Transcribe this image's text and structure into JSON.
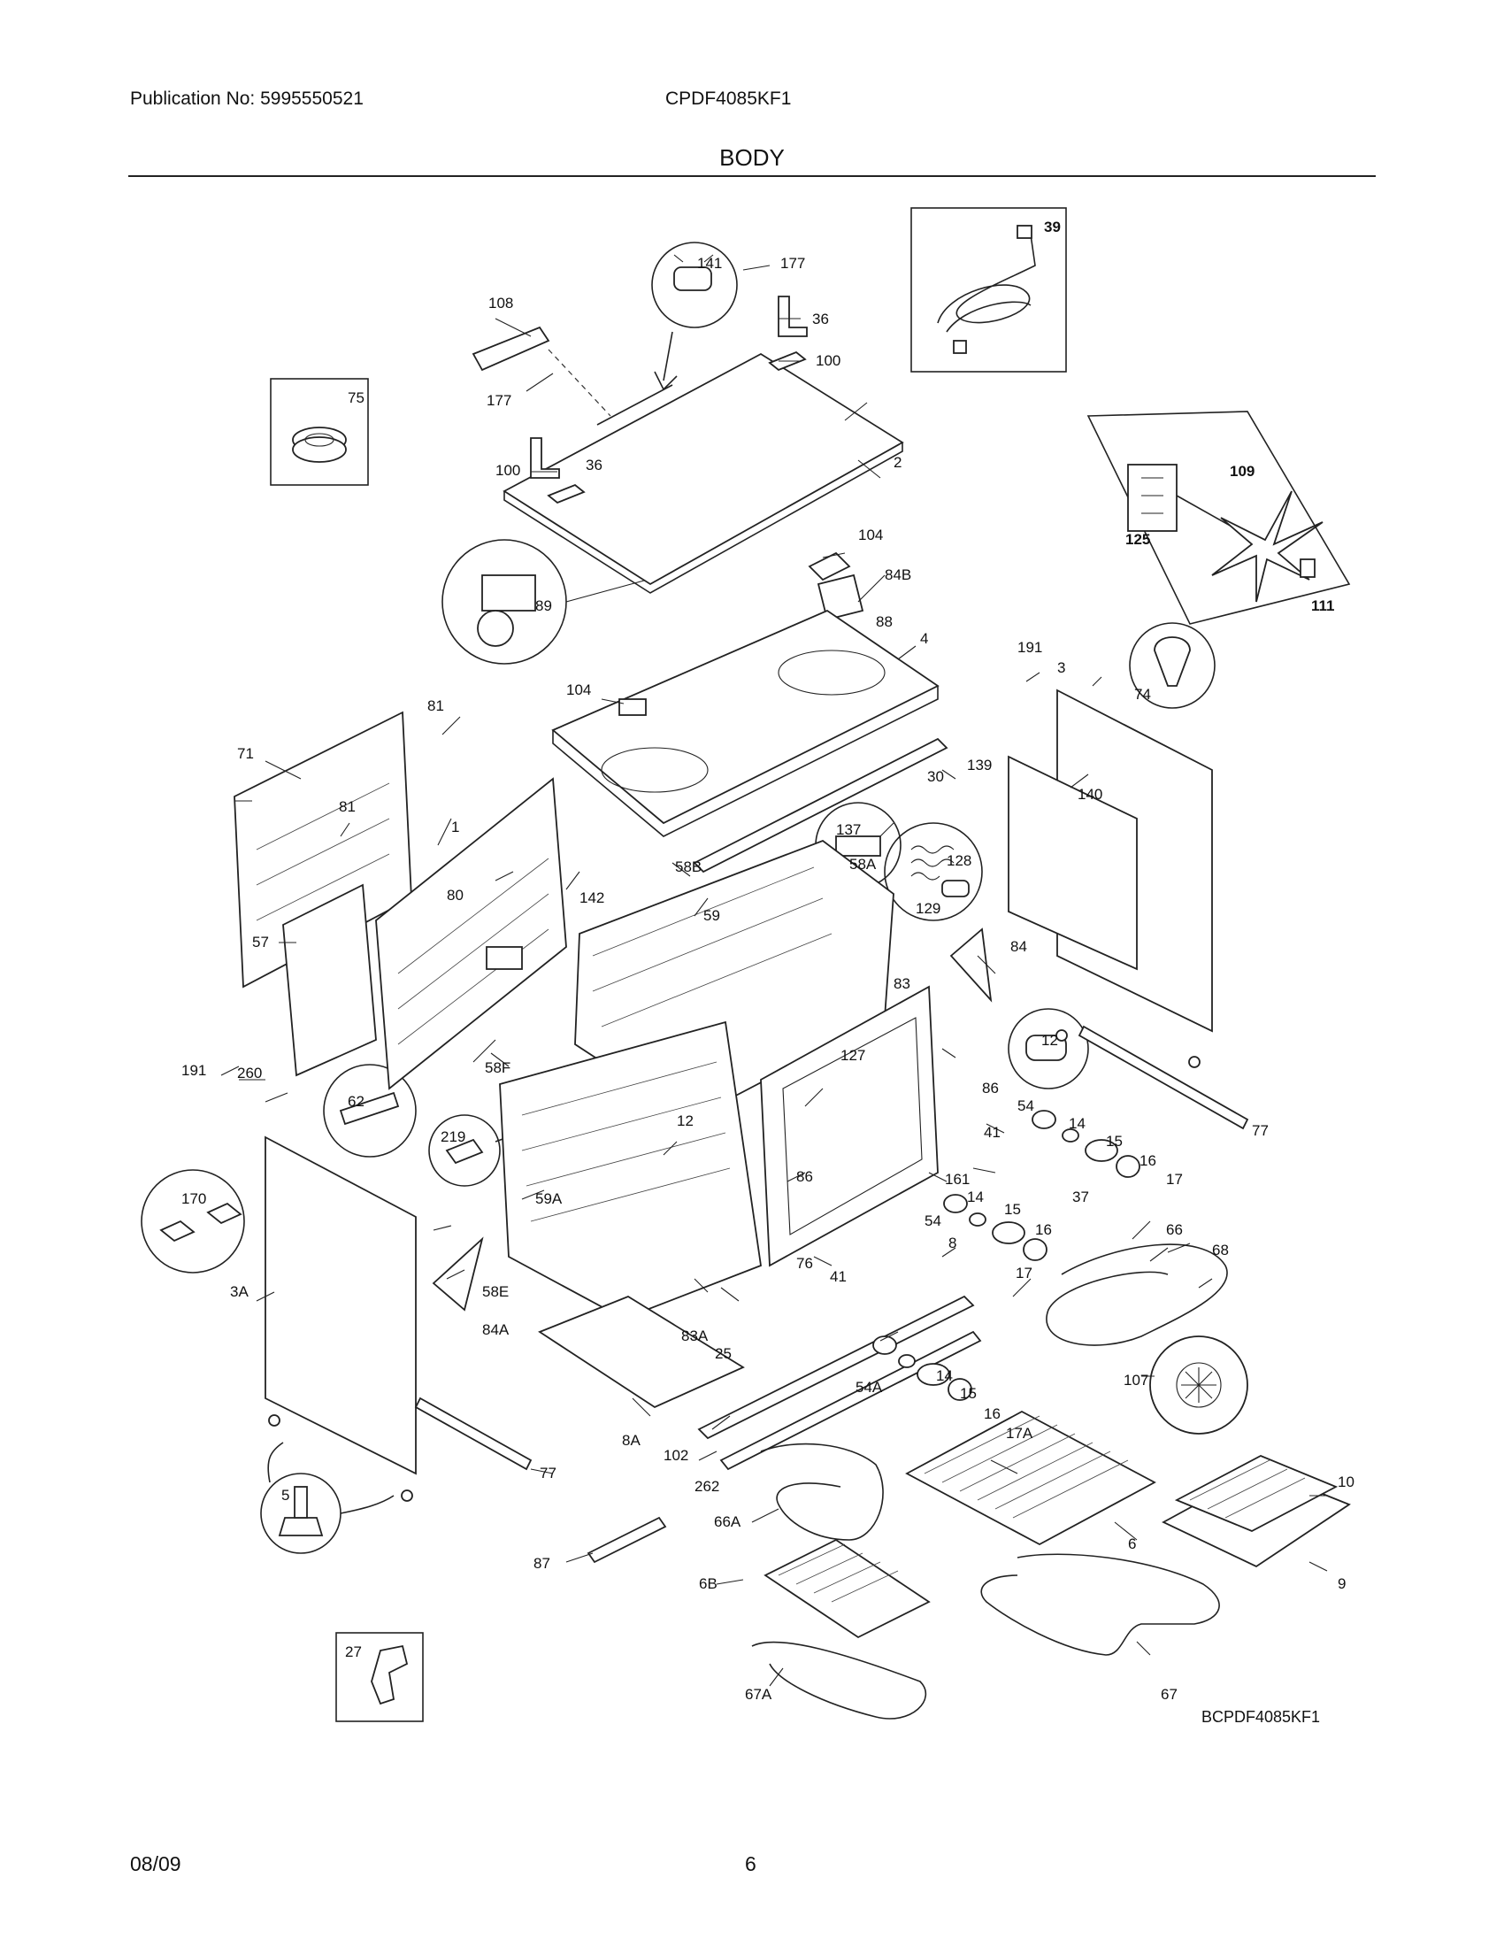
{
  "header": {
    "publication": "Publication No: 5995550521",
    "model": "CPDF4085KF1",
    "section_title": "BODY"
  },
  "footer": {
    "date": "08/09",
    "page": "6",
    "diagram_code": "BCPDF4085KF1"
  },
  "labels": {
    "l2": "2",
    "l3": "3",
    "l3A": "3A",
    "l4": "4",
    "l5": "5",
    "l6": "6",
    "l6B": "6B",
    "l8": "8",
    "l8A": "8A",
    "l9": "9",
    "l10": "10",
    "l12a": "12",
    "l12b": "12",
    "l14a": "14",
    "l14b": "14",
    "l14c": "14",
    "l15a": "15",
    "l15b": "15",
    "l15c": "15",
    "l16a": "16",
    "l16b": "16",
    "l16c": "16",
    "l17a": "17",
    "l17b": "17",
    "l17A": "17A",
    "l25": "25",
    "l27": "27",
    "l30": "30",
    "l36a": "36",
    "l36b": "36",
    "l37": "37",
    "l39": "39",
    "l41a": "41",
    "l41b": "41",
    "l54a": "54",
    "l54b": "54",
    "l54A": "54A",
    "l57": "57",
    "l58A": "58A",
    "l58B": "58B",
    "l58E": "58E",
    "l58F": "58F",
    "l59": "59",
    "l59A": "59A",
    "l62": "62",
    "l66": "66",
    "l66A": "66A",
    "l67": "67",
    "l67A": "67A",
    "l68": "68",
    "l71": "71",
    "l74": "74",
    "l75": "75",
    "l76": "76",
    "l77a": "77",
    "l77b": "77",
    "l80": "80",
    "l81a": "81",
    "l81b": "81",
    "l83": "83",
    "l83A": "83A",
    "l84": "84",
    "l84A": "84A",
    "l84B": "84B",
    "l86a": "86",
    "l86b": "86",
    "l87": "87",
    "l88": "88",
    "l89": "89",
    "l100a": "100",
    "l100b": "100",
    "l102": "102",
    "l104a": "104",
    "l104b": "104",
    "l107": "107",
    "l108": "108",
    "l109": "109",
    "l111": "111",
    "l125": "125",
    "l127": "127",
    "l128": "128",
    "l129": "129",
    "l137": "137",
    "l139": "139",
    "l140": "140",
    "l141": "141",
    "l142": "142",
    "l161": "161",
    "l170": "170",
    "l177a": "177",
    "l177b": "177",
    "l191a": "191",
    "l191b": "191",
    "l219": "219",
    "l260": "260",
    "l262": "262",
    "l1": "1"
  }
}
